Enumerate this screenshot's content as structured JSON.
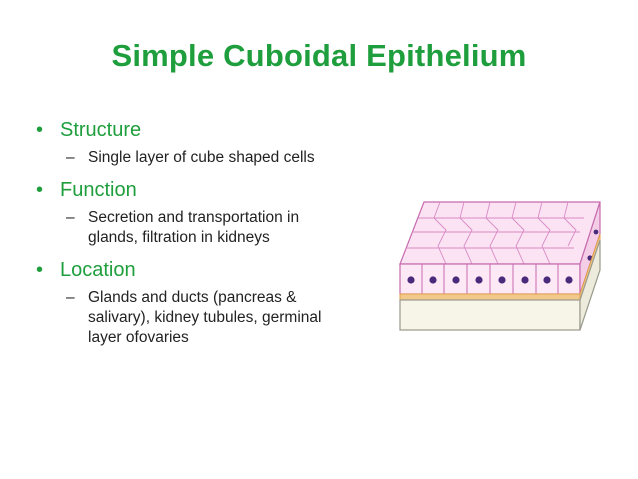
{
  "slide": {
    "title": "Simple Cuboidal Epithelium",
    "sections": [
      {
        "heading": "Structure",
        "detail": "Single layer of cube shaped cells"
      },
      {
        "heading": "Function",
        "detail": "Secretion and transportation in glands, filtration in kidneys"
      },
      {
        "heading": "Location",
        "detail": "Glands and ducts (pancreas & salivary), kidney tubules, germinal layer ofovaries"
      }
    ]
  },
  "glyphs": {
    "bullet": "•",
    "dash": "–"
  },
  "colors": {
    "title": "#1e9e3c",
    "heading": "#1e9e3c",
    "body": "#222222",
    "cell": "#d98ac4",
    "nucleus": "#4a2a7a",
    "basement": "#e0a24a"
  }
}
